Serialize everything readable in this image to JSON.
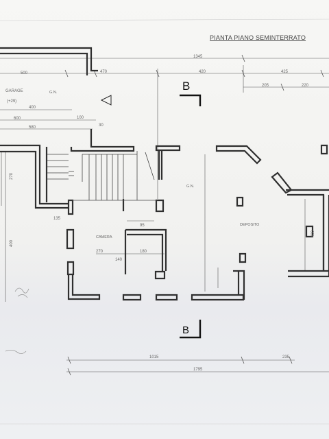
{
  "sheet": {
    "title": "PIANTA PIANO SEMINTERRATO"
  },
  "section_marks": {
    "top": "B",
    "bottom": "B"
  },
  "rooms": {
    "garage": "GARAGE",
    "garage_dims": "(+29)",
    "camera": "CAMERA",
    "deposito": "DEPOSITO"
  },
  "annotations": {
    "level_garage": "G.N.",
    "level_center": "G.N."
  },
  "dimensions": {
    "top_overall": "1345",
    "top_500": "500",
    "top_470": "470",
    "top_420": "420",
    "top_425": "425",
    "top_205": "205",
    "top_220": "220",
    "row_400": "400",
    "row_600": "600",
    "row_580": "580",
    "row_100": "100",
    "row_30": "30",
    "left_270": "270",
    "left_400": "400",
    "mid_135": "135",
    "mid_270": "270",
    "mid_180": "180",
    "mid_95": "95",
    "mid_140": "140",
    "right_400": "400",
    "bottom_1015": "1015",
    "bottom_235": "235",
    "bottom_overall": "1795"
  }
}
